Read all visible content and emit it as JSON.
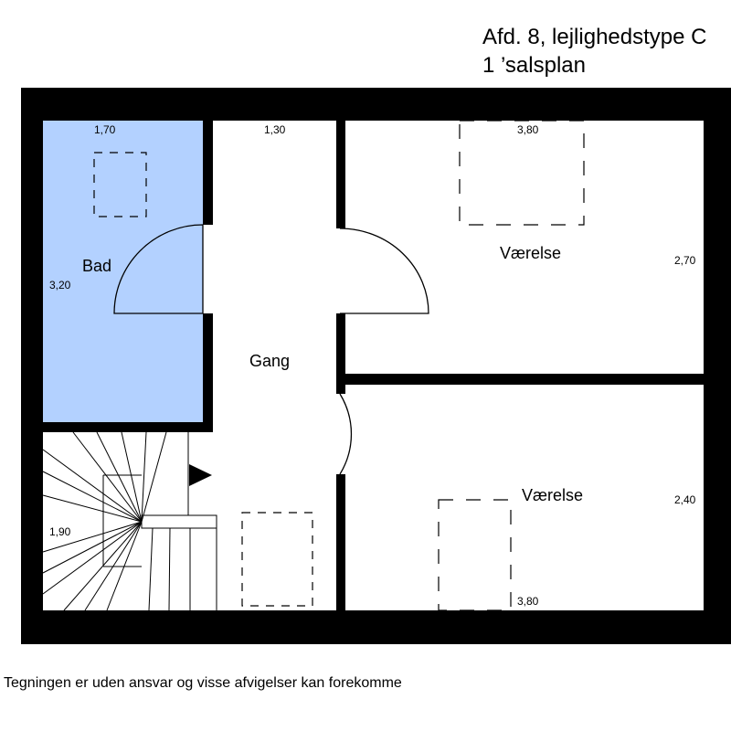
{
  "header": {
    "line1": "Afd. 8, lejlighedstype C",
    "line2": "1 ’salsplan"
  },
  "rooms": {
    "bath": {
      "label": "Bad",
      "width": "1,70",
      "depth": "3,20"
    },
    "hall": {
      "label": "Gang",
      "width": "1,30"
    },
    "room_top": {
      "label": "Værelse",
      "width": "3,80",
      "depth": "2,70"
    },
    "room_bottom": {
      "label": "Værelse",
      "width": "3,80",
      "depth": "2,40"
    },
    "stairs": {
      "width": "1,90"
    }
  },
  "colors": {
    "wall": "#000000",
    "bath_fill": "#b3d1ff",
    "floor": "#ffffff"
  },
  "footer": {
    "disclaimer": "Tegningen er uden ansvar og visse afvigelser kan forekomme"
  }
}
